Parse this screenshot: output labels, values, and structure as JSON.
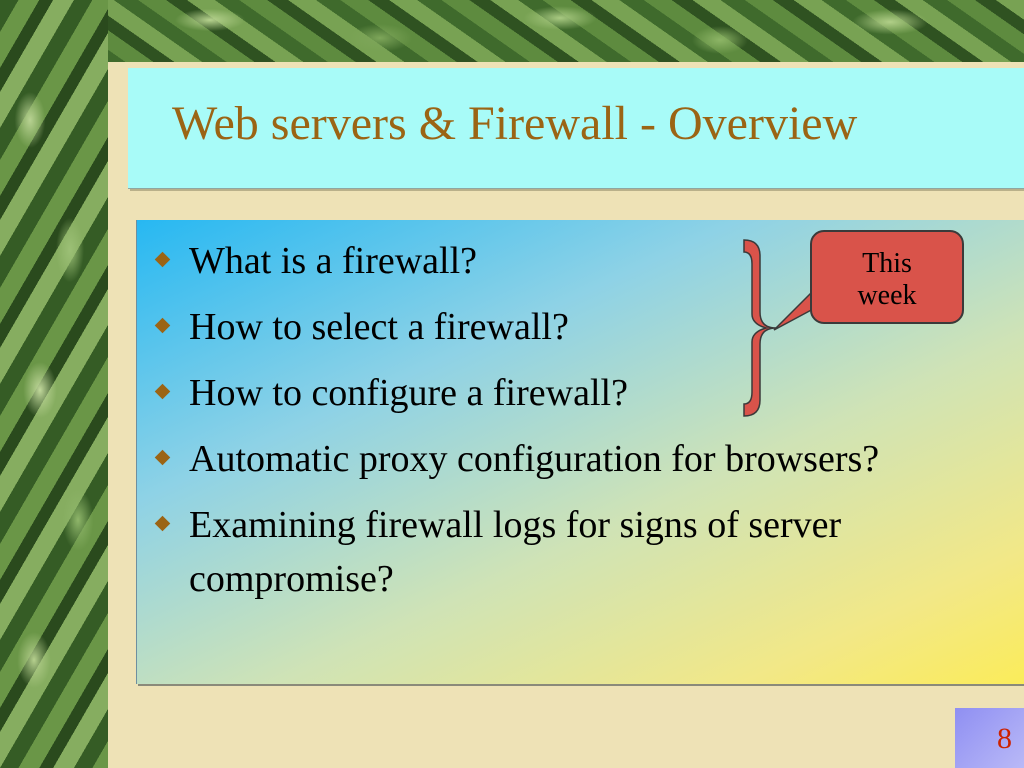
{
  "slide": {
    "title": "Web servers & Firewall - Overview",
    "bullets": [
      "What is a firewall?",
      "How to select a firewall?",
      "How to configure a firewall?",
      "Automatic proxy configuration for browsers?",
      "Examining firewall logs for signs of server compromise?"
    ],
    "callout": {
      "line1": "This",
      "line2": "week"
    },
    "page_number": "8"
  },
  "colors": {
    "title_text": "#9b6414",
    "title_background": "#a8fbf8",
    "slide_background": "#eee2b6",
    "callout_fill": "#d9534a",
    "bullet": "#9b6414",
    "page_number": "#cc2200"
  },
  "icons": {
    "bullet": "diamond-bullet-icon",
    "bracket": "curly-bracket-icon"
  }
}
